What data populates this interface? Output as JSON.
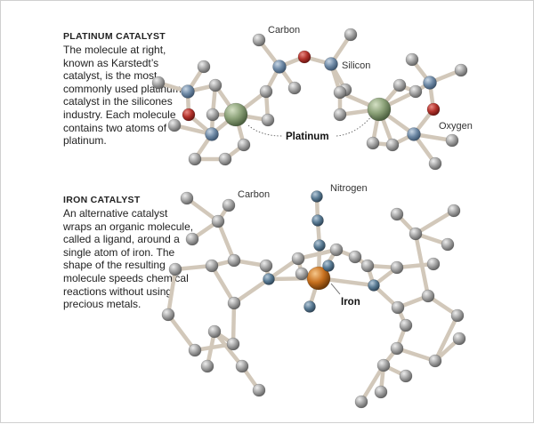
{
  "platinum": {
    "heading": "PLATINUM CATALYST",
    "body": "The molecule at right, known as Karstedt’s catalyst, is the most commonly used platinum catalyst in the silicones industry. Each molecule contains two atoms of platinum."
  },
  "iron": {
    "heading": "IRON CATALYST",
    "body": "An alternative catalyst wraps an organic molecule, called a ligand, around a single atom of iron. The shape of the resulting molecule speeds chemical reactions without using precious metals."
  },
  "labels": {
    "carbon_top": "Carbon",
    "silicon": "Silicon",
    "oxygen": "Oxygen",
    "platinum": "Platinum",
    "carbon_bottom": "Carbon",
    "nitrogen": "Nitrogen",
    "iron": "Iron"
  },
  "colors": {
    "bond": "#d2c8ba",
    "carbon": "#9a9a9a",
    "silicon": "#6f8aa6",
    "oxygen": "#b2322b",
    "platinum": "#8aa077",
    "nitrogen": "#5a7b94",
    "iron": "#c7701e"
  }
}
